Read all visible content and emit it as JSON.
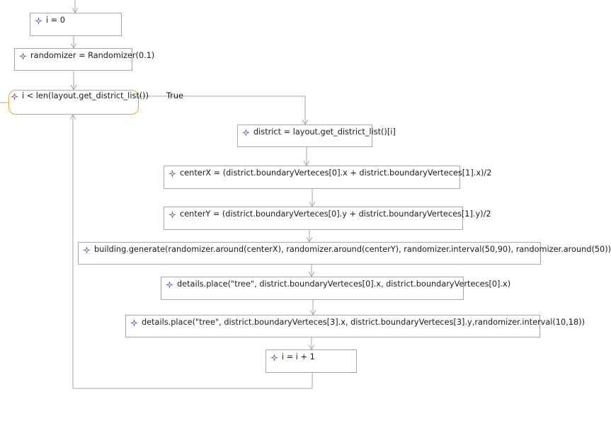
{
  "diagram": {
    "nodes": [
      {
        "id": "init-i",
        "text": "i = 0"
      },
      {
        "id": "randomizer",
        "text": "randomizer = Randomizer(0.1)"
      },
      {
        "id": "loop-condition",
        "text": "i < len(layout.get_district_list())"
      },
      {
        "id": "district",
        "text": "district = layout.get_district_list()[i]"
      },
      {
        "id": "centerx",
        "text": "centerX = (district.boundaryVerteces[0].x + district.boundaryVerteces[1].x)/2"
      },
      {
        "id": "centery",
        "text": "centerY = (district.boundaryVerteces[0].y + district.boundaryVerteces[1].y)/2"
      },
      {
        "id": "building-generate",
        "text": "building.generate(randomizer.around(centerX), randomizer.around(centerY), randomizer.interval(50,90), randomizer.around(50))"
      },
      {
        "id": "details-place-1",
        "text": "details.place(\"tree\", district.boundaryVerteces[0].x, district.boundaryVerteces[0].x)"
      },
      {
        "id": "details-place-2",
        "text": "details.place(\"tree\", district.boundaryVerteces[3].x, district.boundaryVerteces[3].y,randomizer.interval(10,18))"
      },
      {
        "id": "increment-i",
        "text": "i = i + 1"
      }
    ],
    "edge_labels": {
      "true_branch": "True"
    },
    "colors": {
      "box_border": "#a7a7a7",
      "condition_border": "#eba630",
      "connector": "#a7a7a7",
      "icon": "#7a68a6"
    },
    "node_icon": "statement-diamond-icon"
  }
}
